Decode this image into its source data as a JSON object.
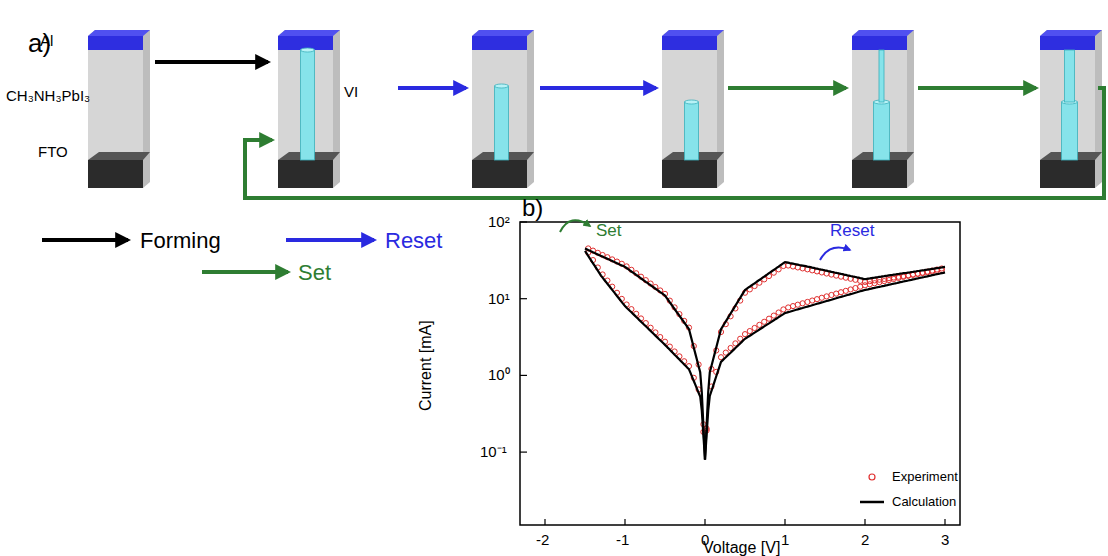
{
  "diagram": {
    "labels": [
      "a)",
      "Al",
      "CH₃NH₃PbI₃",
      "FTO",
      "VI",
      "b)",
      "10²",
      "10¹",
      "10⁰",
      "10⁻¹",
      "-2",
      "-1",
      "0",
      "1",
      "2",
      "3",
      "Current [mA]",
      "Voltage [V]",
      "Set",
      "Reset",
      "Experiment",
      "Calculation"
    ],
    "legend": [
      {
        "text": "Forming"
      },
      {
        "text": "Reset"
      },
      {
        "text": "Set"
      }
    ]
  }
}
